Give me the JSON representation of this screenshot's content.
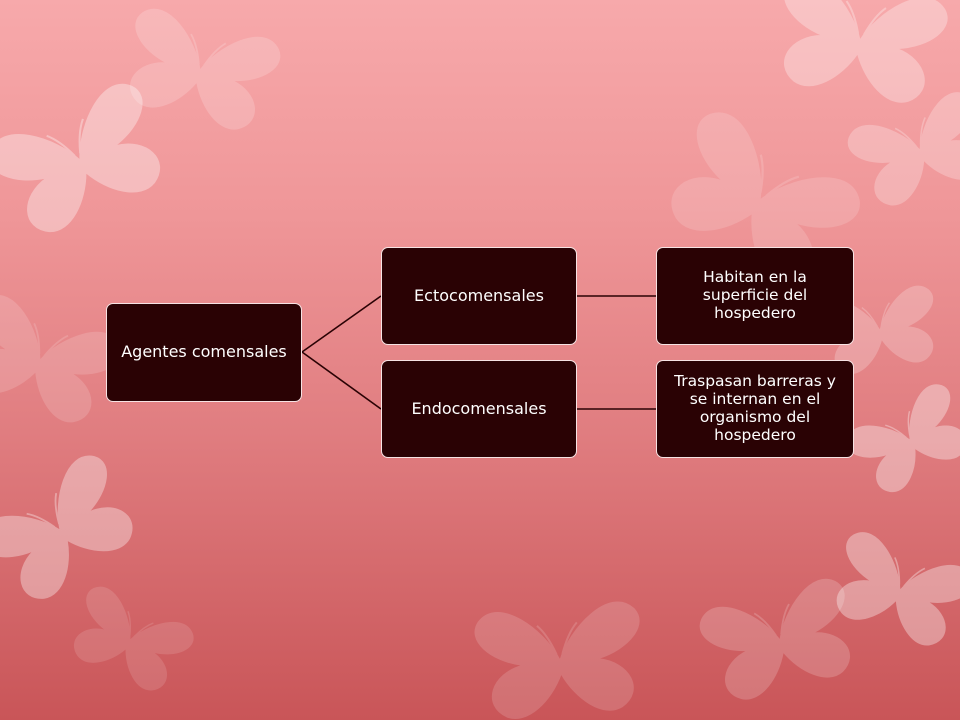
{
  "diagram": {
    "root": {
      "label": "Agentes comensales"
    },
    "branches": [
      {
        "label": "Ectocomensales",
        "child": {
          "label": "Habitan en la superficie del hospedero"
        }
      },
      {
        "label": "Endocomensales",
        "child": {
          "label": "Traspasan barreras y se internan en el organismo del hospedero"
        }
      }
    ]
  },
  "colors": {
    "node_fill": "#2a0204",
    "node_border": "#f6e3e4",
    "node_text": "#ffffff",
    "connector": "#2a0204",
    "background_top": "#f7a9ab",
    "background_bottom": "#c95558"
  },
  "icons": [
    "butterfly-icon"
  ]
}
